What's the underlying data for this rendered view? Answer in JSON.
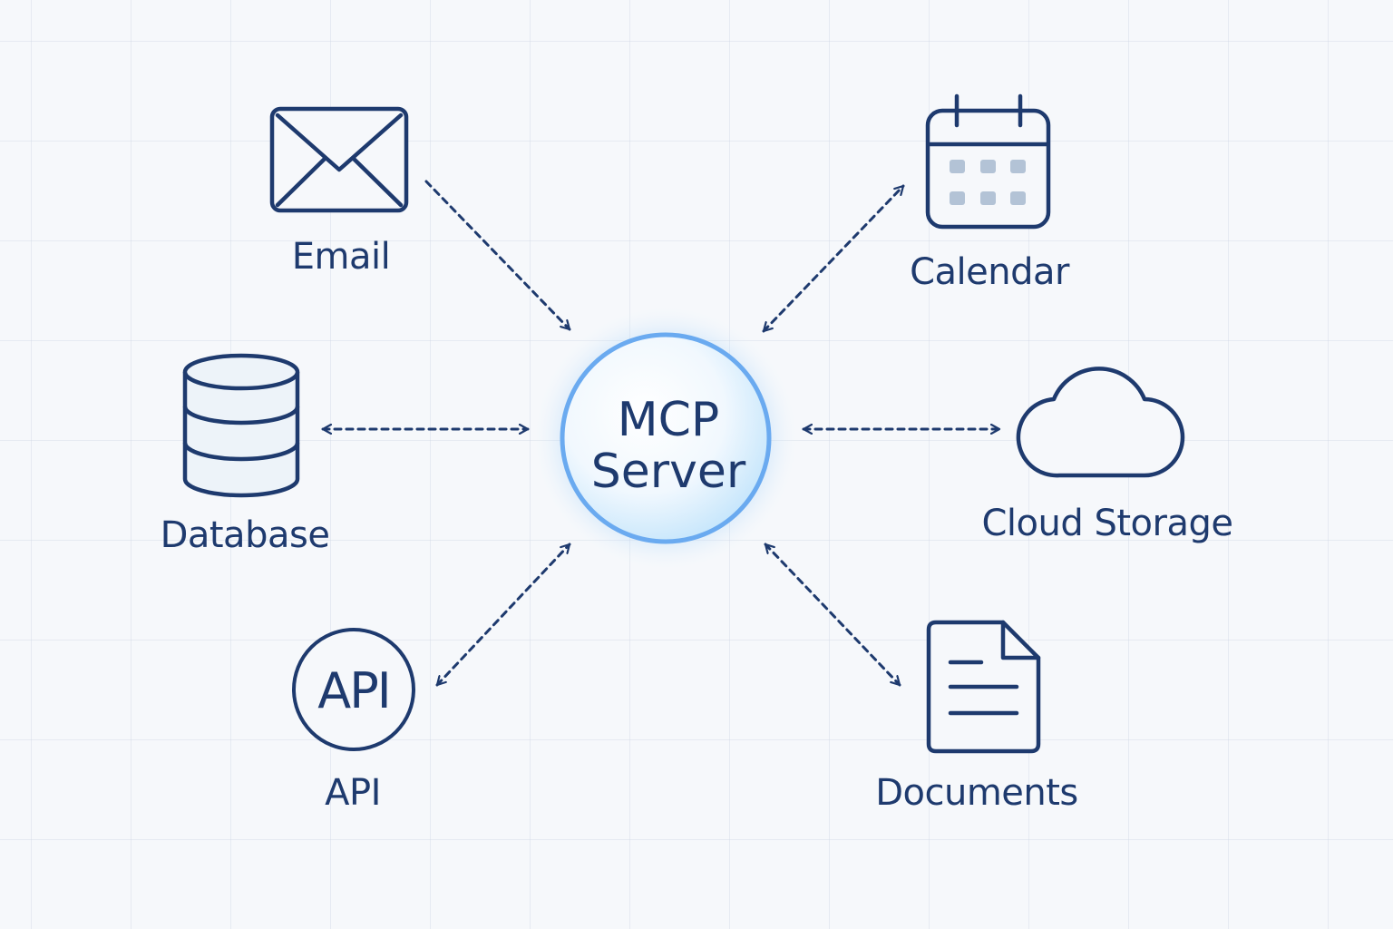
{
  "colors": {
    "ink": "#1e3a6e",
    "hub_ring": "#6aaaf0",
    "hub_fill_center": "#ffffff",
    "hub_fill_edge": "#bfe3fb",
    "glow": "#9ccdf7",
    "icon_fill": "#edf3f9",
    "calendar_dots": "#b3c3d6"
  },
  "hub": {
    "line1": "MCP",
    "line2": "Server"
  },
  "nodes": {
    "email": {
      "label": "Email",
      "icon": "envelope-icon",
      "arrow": "to-hub"
    },
    "calendar": {
      "label": "Calendar",
      "icon": "calendar-icon",
      "arrow": "bidirectional"
    },
    "database": {
      "label": "Database",
      "icon": "database-icon",
      "arrow": "bidirectional"
    },
    "cloud": {
      "label": "Cloud Storage",
      "icon": "cloud-icon",
      "arrow": "bidirectional"
    },
    "api": {
      "label": "API",
      "icon": "api-badge-icon",
      "badge_text": "API",
      "arrow": "bidirectional"
    },
    "documents": {
      "label": "Documents",
      "icon": "document-icon",
      "arrow": "bidirectional"
    }
  }
}
